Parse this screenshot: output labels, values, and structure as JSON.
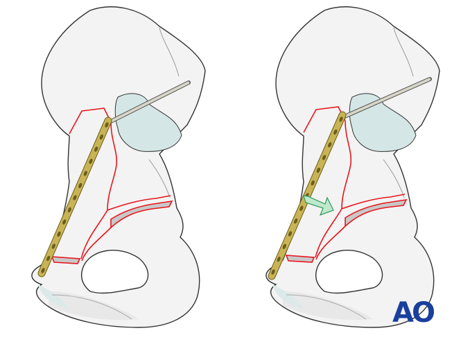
{
  "colors": {
    "bone_fill": "#f3f3f3",
    "bone_shade": "#e6e6e6",
    "outline": "#333333",
    "cartilage": "#d5e6e6",
    "fracture": "#e8141b",
    "plate": "#c9b455",
    "screw": "#bbb9a9",
    "arrow": "#bfe8cd",
    "arrow_outline": "#2f9a5c",
    "logo": "#1a3f9c"
  },
  "panels": [
    {
      "label": "before-reduction",
      "shows_arrow": false
    },
    {
      "label": "after-reduction",
      "shows_arrow": true
    }
  ],
  "logo": {
    "text": "AO"
  }
}
